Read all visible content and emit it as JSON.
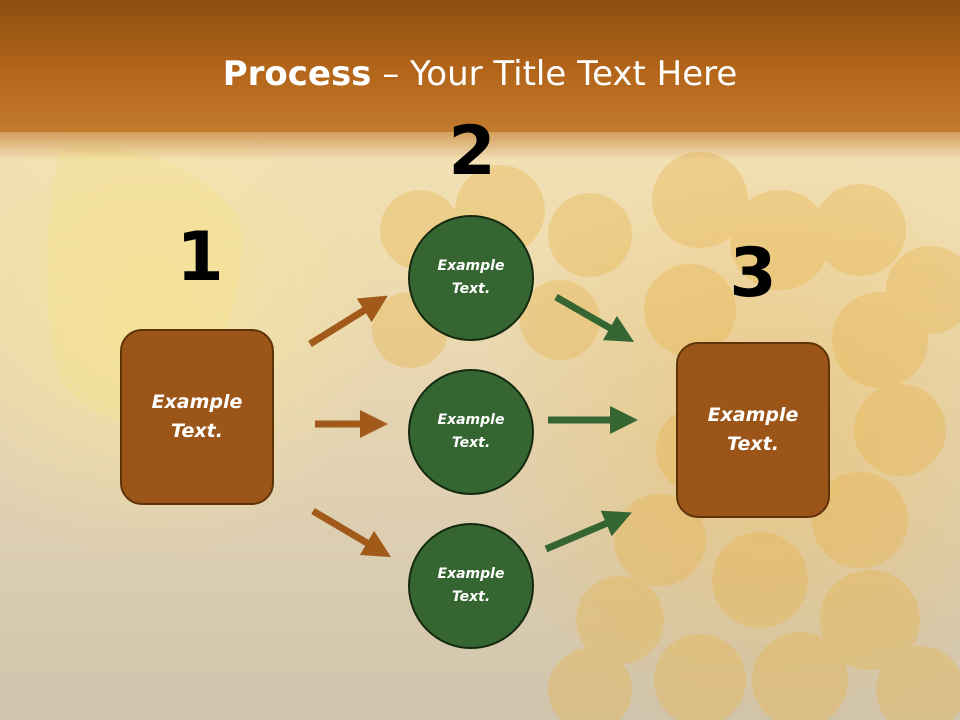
{
  "title": {
    "bold": "Process",
    "rest": " – Your Title Text Here"
  },
  "steps": [
    {
      "number": "1",
      "text": "Example Text."
    },
    {
      "number": "2",
      "items": [
        "Example Text.",
        "Example Text.",
        "Example Text."
      ]
    },
    {
      "number": "3",
      "text": "Example Text."
    }
  ],
  "colors": {
    "header": "#b4661a",
    "box_fill": "#9b5518",
    "circle_fill": "#356632",
    "arrow_brown": "#a25a1a",
    "arrow_green": "#356632"
  }
}
